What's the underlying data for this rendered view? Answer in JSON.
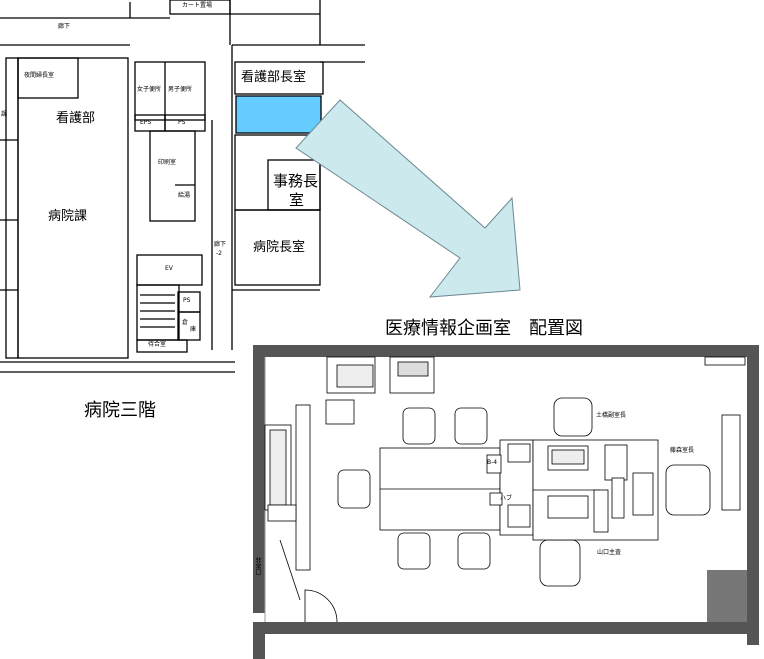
{
  "top_plan": {
    "corridor": "廊下",
    "cart_area": "カート置場",
    "night_head_room": "夜間婦長室",
    "nursing_dept": "看護部",
    "hospital_section": "病院課",
    "womens_toilet": "女子便所",
    "mens_toilet": "男子便所",
    "eps": "EPS",
    "ps": "PS",
    "printing_room": "印刷室",
    "kyutou": "給湯",
    "nursing_director_room": "看護部長室",
    "admin_director_room_l1": "事務長",
    "admin_director_room_l2": "室",
    "corridor2_l1": "廊下",
    "corridor2_l2": "-2",
    "hospital_director_room": "病院長室",
    "ev": "EV",
    "storage_l1": "倉",
    "storage_l2": "庫",
    "waiting": "待合室",
    "left_edge": "課"
  },
  "floor_caption": "病院三階",
  "room_title": "医療情報企画室　配置図",
  "room_labels": {
    "deputy": "土橋副室長",
    "head": "藤森室長",
    "yamaguchi": "山口主査",
    "emergency_exit": "非常口",
    "ent_note": "B-4",
    "kanban": "ハブ"
  },
  "colors": {
    "highlight_room": "#66ccff",
    "arrow_fill": "#cce9ee",
    "wall": "#555555"
  }
}
